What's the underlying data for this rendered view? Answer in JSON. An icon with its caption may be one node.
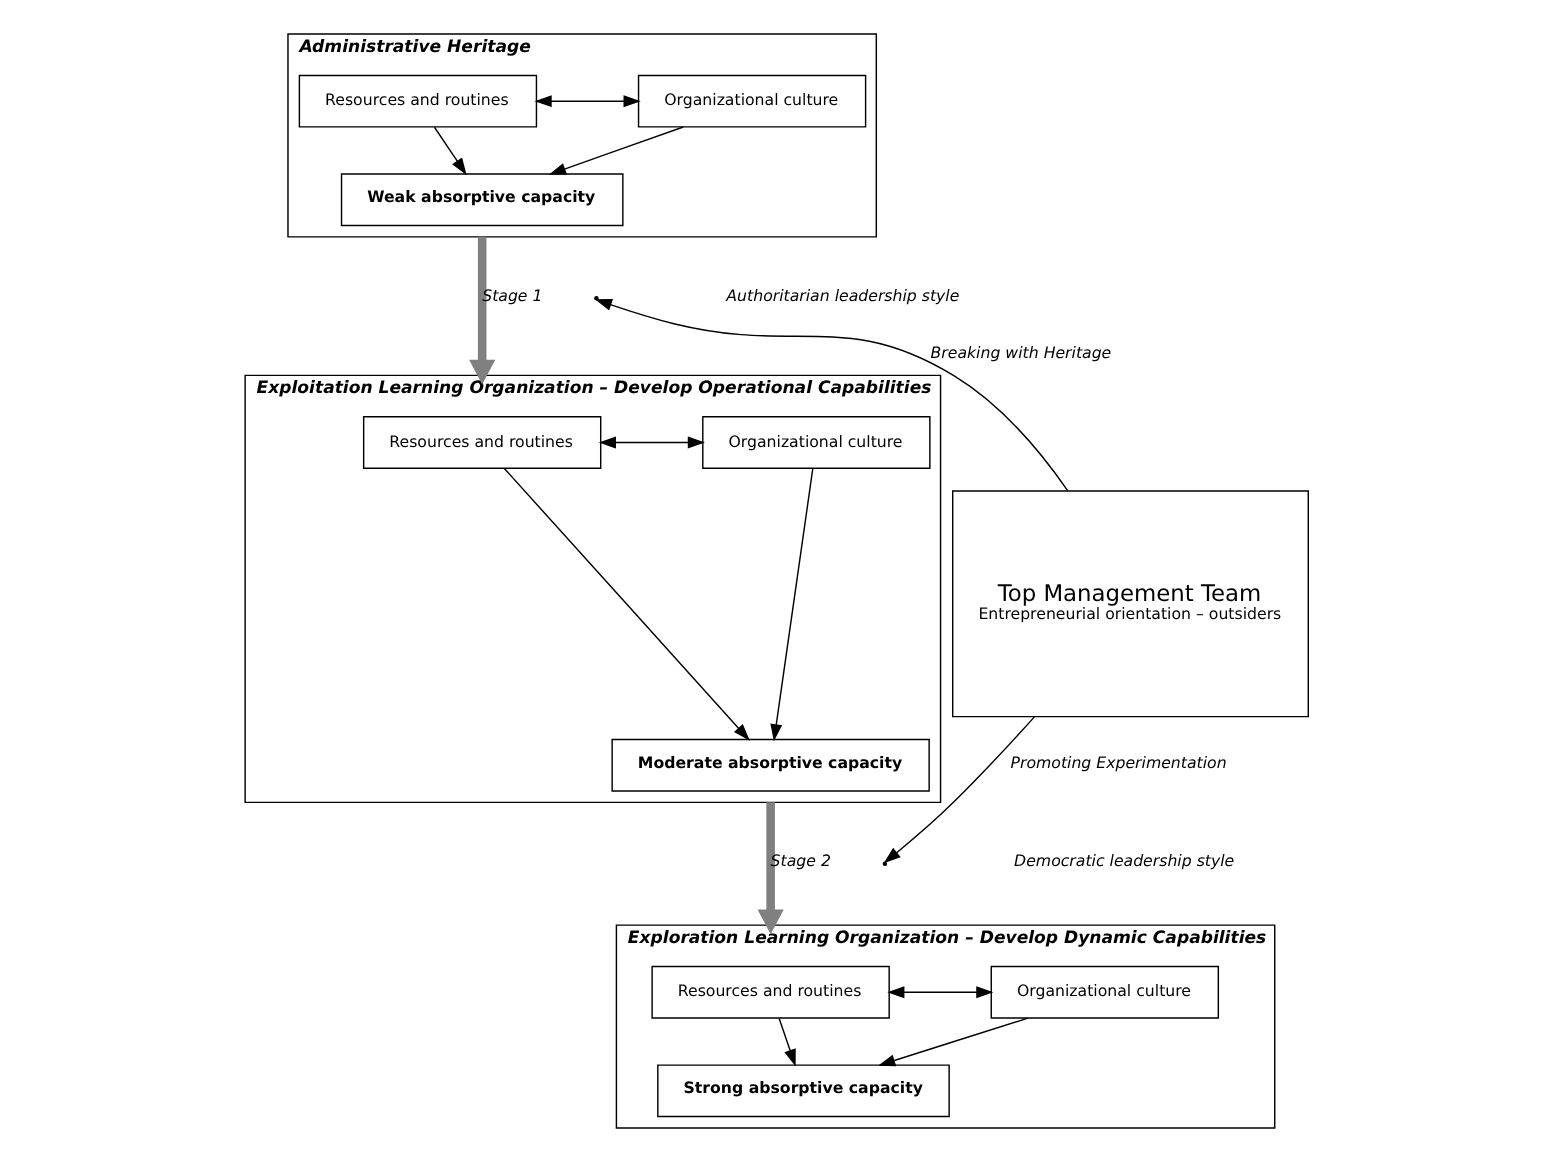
{
  "diagram": {
    "nodes": [
      {
        "text": [
          "Administrative Heritage"
        ]
      },
      {
        "text": [
          "Resources and routines"
        ],
        "in": 0
      },
      {
        "text": [
          "Organizational culture"
        ],
        "in": 0
      },
      {
        "text": [
          "Weak absorptive capacity"
        ],
        "in": 0
      },
      {
        "text": [
          "Exploitation Learning Organization – Develop Operational Capabilities"
        ]
      },
      {
        "text": [
          "Resources and routines"
        ],
        "in": 4
      },
      {
        "text": [
          "Organizational culture"
        ],
        "in": 4
      },
      {
        "text": [
          "Moderate absorptive capacity"
        ],
        "in": 4
      },
      {
        "text": [
          "Exploration Learning Organization – Develop Dynamic Capabilities"
        ]
      },
      {
        "text": [
          "Resources and routines"
        ],
        "in": 8
      },
      {
        "text": [
          "Organizational culture"
        ],
        "in": 8
      },
      {
        "text": [
          "Strong absorptive capacity"
        ],
        "in": 8
      },
      {
        "text": [
          "Top Management Team",
          "Entrepreneurial orientation – outsiders"
        ]
      }
    ],
    "edges": [
      {
        "from": 1,
        "to": 2,
        "arrow": "both"
      },
      {
        "from": 1,
        "to": 3,
        "arrow": "to"
      },
      {
        "from": 2,
        "to": 3,
        "arrow": "to"
      },
      {
        "from": 0,
        "to": 4,
        "arrow": "to",
        "label": "Stage 1",
        "style": "thick",
        "color": "#808080"
      },
      {
        "from": 12,
        "to": null,
        "arrow": "to",
        "label": "Breaking with Heritage"
      },
      {
        "from": 5,
        "to": 6,
        "arrow": "both"
      },
      {
        "from": 5,
        "to": 7,
        "arrow": "to"
      },
      {
        "from": 6,
        "to": 7,
        "arrow": "to"
      },
      {
        "from": 4,
        "to": 8,
        "arrow": "to",
        "label": "Stage 2",
        "style": "thick",
        "color": "#808080"
      },
      {
        "from": 12,
        "to": null,
        "arrow": "to",
        "label": "Promoting Experimentation"
      },
      {
        "from": 9,
        "to": 10,
        "arrow": "both"
      },
      {
        "from": 9,
        "to": 11,
        "arrow": "to"
      },
      {
        "from": 10,
        "to": 11,
        "arrow": "to"
      }
    ],
    "labels": [
      "Authoritarian leadership style",
      "Democratic leadership style"
    ]
  }
}
